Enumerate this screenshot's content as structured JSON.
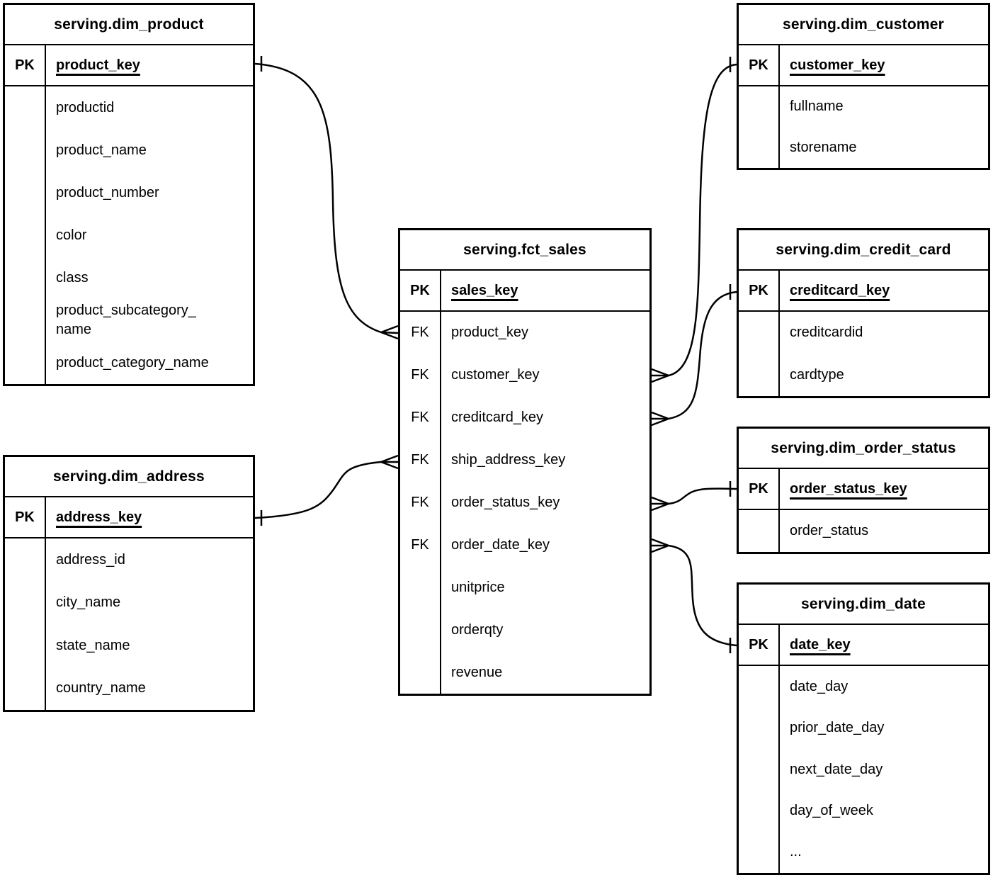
{
  "diagram": {
    "tables": [
      {
        "id": "dim_product",
        "title": "serving.dim_product",
        "rows": [
          {
            "key": "PK",
            "name": "product_key",
            "is_pk": true
          },
          {
            "key": "",
            "name": "productid"
          },
          {
            "key": "",
            "name": "product_name"
          },
          {
            "key": "",
            "name": "product_number"
          },
          {
            "key": "",
            "name": "color"
          },
          {
            "key": "",
            "name": "class"
          },
          {
            "key": "",
            "name": "product_subcategory_name"
          },
          {
            "key": "",
            "name": "product_category_name"
          }
        ]
      },
      {
        "id": "dim_address",
        "title": "serving.dim_address",
        "rows": [
          {
            "key": "PK",
            "name": "address_key",
            "is_pk": true
          },
          {
            "key": "",
            "name": "address_id"
          },
          {
            "key": "",
            "name": "city_name"
          },
          {
            "key": "",
            "name": "state_name"
          },
          {
            "key": "",
            "name": "country_name"
          }
        ]
      },
      {
        "id": "fct_sales",
        "title": "serving.fct_sales",
        "rows": [
          {
            "key": "PK",
            "name": "sales_key",
            "is_pk": true
          },
          {
            "key": "FK",
            "name": "product_key"
          },
          {
            "key": "FK",
            "name": "customer_key"
          },
          {
            "key": "FK",
            "name": "creditcard_key"
          },
          {
            "key": "FK",
            "name": "ship_address_key"
          },
          {
            "key": "FK",
            "name": "order_status_key"
          },
          {
            "key": "FK",
            "name": "order_date_key"
          },
          {
            "key": "",
            "name": "unitprice"
          },
          {
            "key": "",
            "name": "orderqty"
          },
          {
            "key": "",
            "name": "revenue"
          }
        ]
      },
      {
        "id": "dim_customer",
        "title": "serving.dim_customer",
        "rows": [
          {
            "key": "PK",
            "name": "customer_key",
            "is_pk": true
          },
          {
            "key": "",
            "name": "fullname"
          },
          {
            "key": "",
            "name": "storename"
          }
        ]
      },
      {
        "id": "dim_credit_card",
        "title": "serving.dim_credit_card",
        "rows": [
          {
            "key": "PK",
            "name": "creditcard_key",
            "is_pk": true
          },
          {
            "key": "",
            "name": "creditcardid"
          },
          {
            "key": "",
            "name": "cardtype"
          }
        ]
      },
      {
        "id": "dim_order_status",
        "title": "serving.dim_order_status",
        "rows": [
          {
            "key": "PK",
            "name": "order_status_key",
            "is_pk": true
          },
          {
            "key": "",
            "name": "order_status"
          }
        ]
      },
      {
        "id": "dim_date",
        "title": "serving.dim_date",
        "rows": [
          {
            "key": "PK",
            "name": "date_key",
            "is_pk": true
          },
          {
            "key": "",
            "name": "date_day"
          },
          {
            "key": "",
            "name": "prior_date_day"
          },
          {
            "key": "",
            "name": "next_date_day"
          },
          {
            "key": "",
            "name": "day_of_week"
          },
          {
            "key": "",
            "name": "..."
          }
        ]
      }
    ],
    "relationships": [
      {
        "from_table": "serving.fct_sales",
        "from_column": "product_key",
        "to_table": "serving.dim_product",
        "to_column": "product_key",
        "from_cardinality": "many",
        "to_cardinality": "one"
      },
      {
        "from_table": "serving.fct_sales",
        "from_column": "customer_key",
        "to_table": "serving.dim_customer",
        "to_column": "customer_key",
        "from_cardinality": "many",
        "to_cardinality": "one"
      },
      {
        "from_table": "serving.fct_sales",
        "from_column": "creditcard_key",
        "to_table": "serving.dim_credit_card",
        "to_column": "creditcard_key",
        "from_cardinality": "many",
        "to_cardinality": "one"
      },
      {
        "from_table": "serving.fct_sales",
        "from_column": "ship_address_key",
        "to_table": "serving.dim_address",
        "to_column": "address_key",
        "from_cardinality": "many",
        "to_cardinality": "one"
      },
      {
        "from_table": "serving.fct_sales",
        "from_column": "order_status_key",
        "to_table": "serving.dim_order_status",
        "to_column": "order_status_key",
        "from_cardinality": "many",
        "to_cardinality": "one"
      },
      {
        "from_table": "serving.fct_sales",
        "from_column": "order_date_key",
        "to_table": "serving.dim_date",
        "to_column": "date_key",
        "from_cardinality": "many",
        "to_cardinality": "one"
      }
    ],
    "colors": {
      "background": "#ffffff",
      "line": "#000000",
      "text": "#000000"
    }
  }
}
